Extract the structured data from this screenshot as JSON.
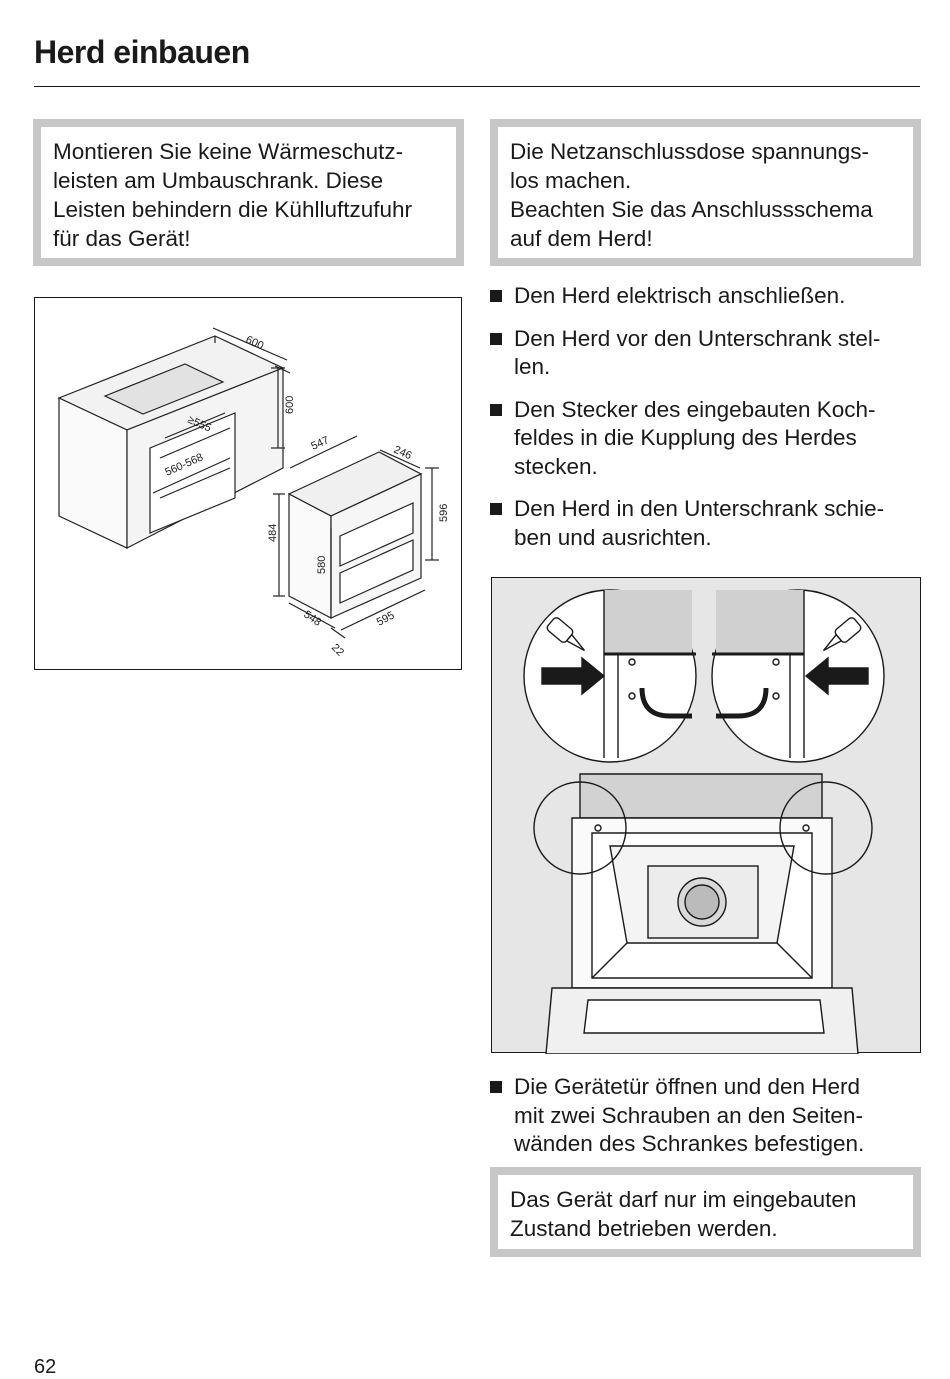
{
  "header": {
    "title": "Herd einbauen"
  },
  "warning_left": {
    "lines": [
      "Montieren Sie keine Wärmeschutz-",
      "leisten am Umbauschrank. Diese",
      "Leisten behindern die Kühlluftzufuhr",
      "für das Gerät!"
    ]
  },
  "warning_right": {
    "lines": [
      "Die Netzanschlussdose spannungs-",
      "los machen.",
      "Beachten Sie das Anschlussschema",
      "auf dem Herd!"
    ]
  },
  "dimension_diagram": {
    "labels": {
      "d600_top": "600",
      "d600_side": "600",
      "d555": "≥555",
      "d560": "560-568",
      "d547": "547",
      "d246": "246",
      "d596": "596",
      "d484": "484",
      "d580": "580",
      "d548": "548",
      "d595": "595",
      "d22": "22"
    }
  },
  "steps": [
    {
      "lines": [
        "Den Herd elektrisch anschließen."
      ]
    },
    {
      "lines": [
        "Den Herd vor den Unterschrank stel-",
        "len."
      ]
    },
    {
      "lines": [
        "Den Stecker des eingebauten Koch-",
        "feldes in die Kupplung des Herdes",
        "stecken."
      ]
    },
    {
      "lines": [
        "Den Herd in den Unterschrank schie-",
        "ben und ausrichten."
      ]
    }
  ],
  "step_final": {
    "lines": [
      "Die Gerätetür öffnen und den Herd",
      "mit zwei Schrauben an den Seiten-",
      "wänden des Schrankes befestigen."
    ]
  },
  "warning_bottom": {
    "lines": [
      "Das Gerät darf nur im eingebauten",
      "Zustand betrieben werden."
    ]
  },
  "footer": {
    "page_number": "62"
  }
}
